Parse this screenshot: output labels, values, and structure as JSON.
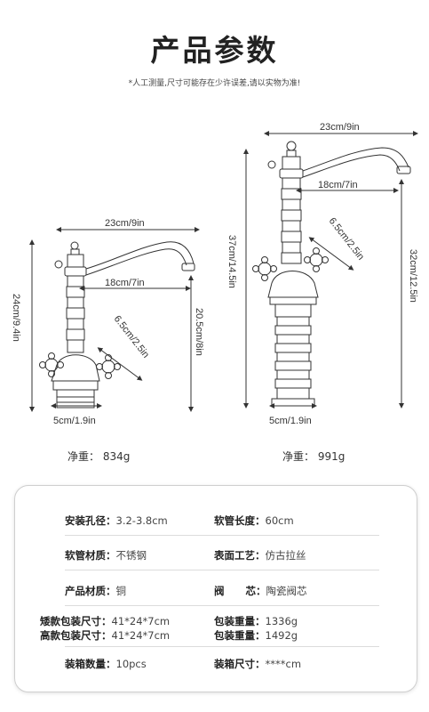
{
  "header": {
    "title": "产品参数",
    "note": "*人工测量,尺寸可能存在少许误差,请以实物为准!"
  },
  "short_faucet": {
    "width": "23cm/9in",
    "height": "24cm/9.4in",
    "spout_reach": "18cm/7in",
    "spout_height": "20.5cm/8in",
    "handle_span": "6.5cm/2.5in",
    "base": "5cm/1.9in",
    "net_weight_label": "净重：",
    "net_weight": "834g"
  },
  "tall_faucet": {
    "width": "23cm/9in",
    "height": "37cm/14.5in",
    "spout_reach": "18cm/7in",
    "spout_height": "32cm/12.5in",
    "handle_span": "6.5cm/2.5in",
    "base": "5cm/1.9in",
    "net_weight_label": "净重：",
    "net_weight": "991g"
  },
  "specs": {
    "hole_label": "安装孔径：",
    "hole_value": "3.2-3.8cm",
    "hose_len_label": "软管长度：",
    "hose_len_value": "60cm",
    "hose_mat_label": "软管材质：",
    "hose_mat_value": "不锈钢",
    "finish_label": "表面工艺：",
    "finish_value": "仿古拉丝",
    "material_label": "产品材质：",
    "material_value": "铜",
    "valve_label": "阀      芯：",
    "valve_value": "陶瓷阀芯",
    "short_pkg_label": "矮款包装尺寸：",
    "short_pkg_value": "41*24*7cm",
    "short_pkgw_label": "包装重量：",
    "short_pkgw_value": "1336g",
    "tall_pkg_label": "高款包装尺寸：",
    "tall_pkg_value": "41*24*7cm",
    "tall_pkgw_label": "包装重量：",
    "tall_pkgw_value": "1492g",
    "qty_label": "装箱数量：",
    "qty_value": "10pcs",
    "box_label": "装箱尺寸：",
    "box_value": "****cm"
  }
}
